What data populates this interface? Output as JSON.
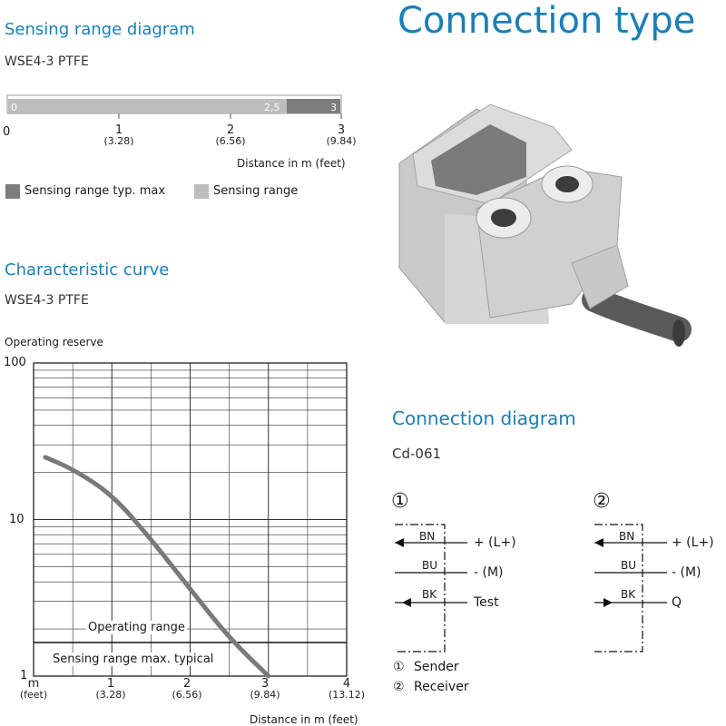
{
  "sensing_range": {
    "title": "Sensing range diagram",
    "model": "WSE4-3 PTFE",
    "bar_labels": {
      "start": "0",
      "typ": "2,5",
      "max": "3"
    },
    "ticks": [
      {
        "top": "0",
        "bottom": ""
      },
      {
        "top": "1",
        "bottom": "(3.28)"
      },
      {
        "top": "2",
        "bottom": "(6.56)"
      },
      {
        "top": "3",
        "bottom": "(9.84)"
      }
    ],
    "axis_label": "Distance in m (feet)",
    "legend": [
      {
        "label": "Sensing range typ. max",
        "color": "#7d7d7d"
      },
      {
        "label": "Sensing range",
        "color": "#bdbdbd"
      }
    ],
    "sensing_range_m": 2.5,
    "sensing_range_max_m": 3
  },
  "characteristic": {
    "title": "Characteristic curve",
    "model": "WSE4-3 PTFE",
    "ylabel": "Operating reserve",
    "y_ticks": [
      "100",
      "10",
      "1"
    ],
    "x_ticks": [
      {
        "top": "m",
        "bottom": "(feet)"
      },
      {
        "top": "1",
        "bottom": "(3.28)"
      },
      {
        "top": "2",
        "bottom": "(6.56)"
      },
      {
        "top": "3",
        "bottom": "(9.84)"
      },
      {
        "top": "4",
        "bottom": "(13.12)"
      }
    ],
    "xlabel": "Distance in m (feet)",
    "operating_range_label": "Operating range",
    "sensing_max_label": "Sensing range max. typical"
  },
  "chart_data": {
    "type": "line",
    "xlabel": "Distance in m (feet)",
    "ylabel": "Operating reserve",
    "xlim": [
      0,
      4
    ],
    "ylim": [
      1,
      100
    ],
    "y_scale": "log",
    "grid": true,
    "series": [
      {
        "x": [
          0.15,
          0.5,
          1.0,
          1.5,
          2.0,
          2.5,
          3.0
        ],
        "y": [
          25,
          21,
          14.5,
          7.5,
          3.6,
          1.75,
          1.0
        ]
      }
    ],
    "reference_lines": [
      {
        "label": "Operating range",
        "y": 1.65
      }
    ]
  },
  "connection_type": {
    "title": "Connection type"
  },
  "connection_diagram": {
    "title": "Connection diagram",
    "code": "Cd-061",
    "sender": {
      "marker": "①",
      "wires": [
        {
          "color": "BN",
          "signal": "+ (L+)"
        },
        {
          "color": "BU",
          "signal": "- (M)"
        },
        {
          "color": "BK",
          "signal": "Test"
        }
      ]
    },
    "receiver": {
      "marker": "②",
      "wires": [
        {
          "color": "BN",
          "signal": "+ (L+)"
        },
        {
          "color": "BU",
          "signal": "- (M)"
        },
        {
          "color": "BK",
          "signal": "Q"
        }
      ]
    },
    "legend": [
      {
        "marker": "①",
        "label": "Sender"
      },
      {
        "marker": "②",
        "label": "Receiver"
      }
    ]
  },
  "colors": {
    "title_blue": "#1a7fb8",
    "curve": "#7a7a7a",
    "bar_light": "#bdbdbd",
    "bar_dark": "#7d7d7d"
  }
}
